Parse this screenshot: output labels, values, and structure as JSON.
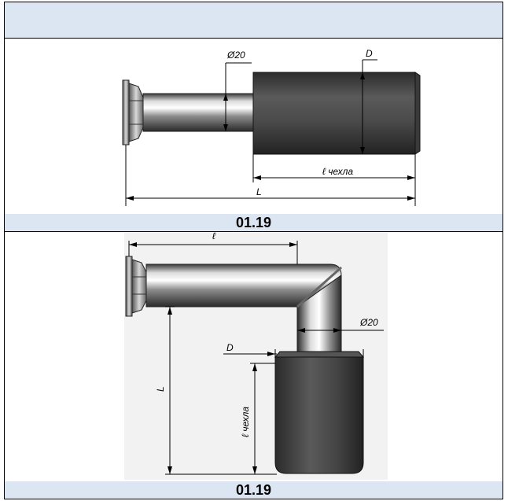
{
  "header": {
    "text": ""
  },
  "drawing1": {
    "dim_shaft": "Ø20",
    "dim_diameter": "D",
    "dim_sheath_length": "ℓ чехла",
    "dim_total_length": "L",
    "caption": "01.19"
  },
  "drawing2": {
    "dim_horizontal_length": "ℓ",
    "dim_shaft": "Ø20",
    "dim_diameter": "D",
    "dim_total_length": "L",
    "dim_sheath_length": "ℓ чехла",
    "caption": "01.19"
  }
}
